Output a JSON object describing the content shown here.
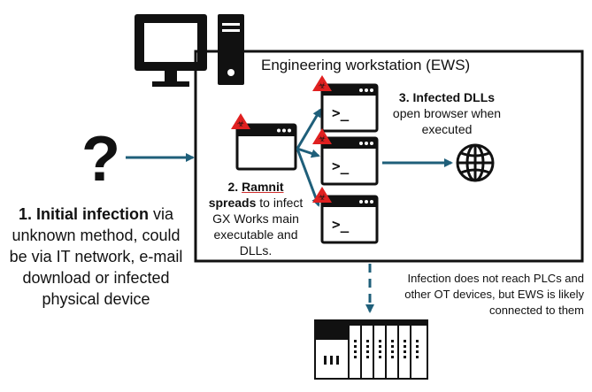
{
  "diagram": {
    "ews_title": "Engineering workstation (EWS)",
    "question_mark": "?",
    "step1": {
      "bold": "1. Initial infection",
      "rest": " via unknown method, could be via IT network, e-mail download or infected physical device"
    },
    "step2": {
      "bold_number": "2. ",
      "bold_name": "Ramnit",
      "bold_spreads": "spreads",
      "rest": " to infect GX Works main executable and DLLs."
    },
    "step3": {
      "bold": "3. Infected DLLs",
      "rest": "open browser when executed"
    },
    "note": "Infection does not reach PLCs and other OT devices, but EWS is likely connected to them",
    "terminal_prompt": ">_",
    "colors": {
      "arrow": "#1f5f7a",
      "warning_red": "#e02020",
      "frame": "#111111"
    }
  }
}
